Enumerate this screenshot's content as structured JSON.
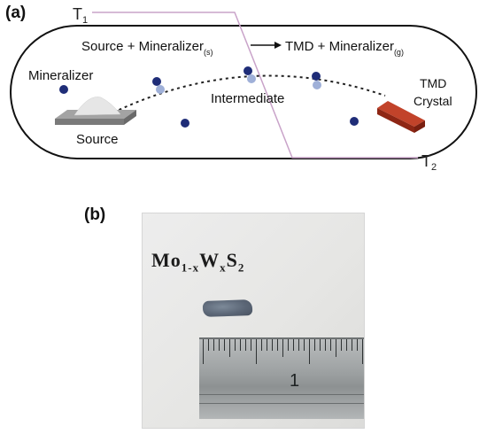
{
  "panel_a": {
    "label": "(a)",
    "t1": "T",
    "t1_sub": "1",
    "t2": "T",
    "t2_sub": "2",
    "reaction_left": "Source + Mineralizer",
    "reaction_left_sub": "(s)",
    "reaction_right": "TMD + Mineralizer",
    "reaction_right_sub": "(g)",
    "mineralizer_label": "Mineralizer",
    "source_label": "Source",
    "intermediate_label": "Intermediate",
    "crystal_label_line1": "TMD",
    "crystal_label_line2": "Crystal"
  },
  "panel_b": {
    "label": "(b)",
    "formula_base": "Mo",
    "formula_sub1": "1-x",
    "formula_w": "W",
    "formula_sub2": "x",
    "formula_s": "S",
    "formula_sub3": "2",
    "ruler_number": "1"
  },
  "colors": {
    "tube_outline": "#111111",
    "temperature_line": "#c9a3c9",
    "particle_dark": "#1f2d78",
    "particle_light": "#9fb0d8",
    "crystal": "#9c2a16",
    "source_base": "#8c8c8c"
  }
}
